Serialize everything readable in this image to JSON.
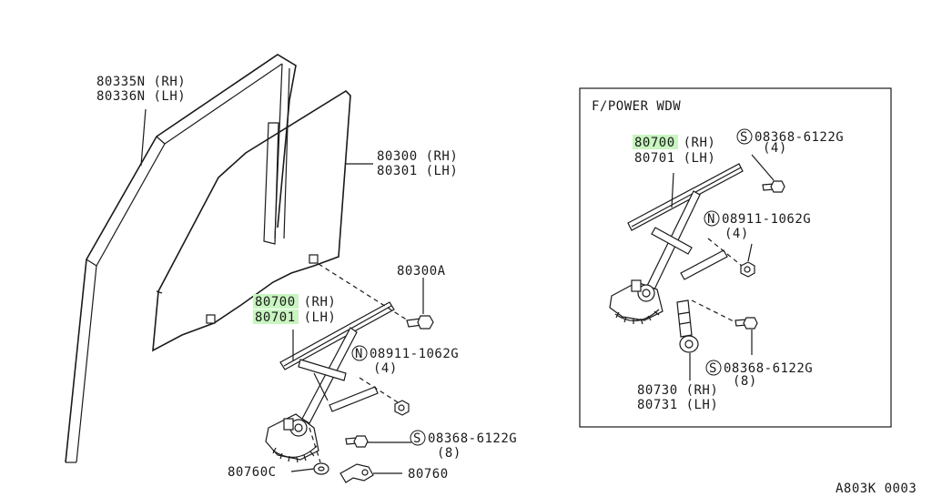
{
  "main_labels": {
    "sash_rh": "80335N (RH)",
    "sash_lh": "80336N (LH)",
    "glass_rh": "80300 (RH)",
    "glass_lh": "80301 (LH)",
    "glass_clip": "80300A",
    "regulator_rh": "80700",
    "regulator_rh_suffix": " (RH)",
    "regulator_lh": "80701",
    "regulator_lh_suffix": " (LH)",
    "nut_code": "N",
    "nut_part": "08911-1062G",
    "nut_qty": "(4)",
    "bolt_code": "S",
    "bolt_part": "08368-6122G",
    "bolt_qty": "(8)",
    "washer": "80760C",
    "handle": "80760"
  },
  "inset": {
    "title": "F/POWER WDW",
    "regulator_rh": "80700",
    "regulator_rh_suffix": " (RH)",
    "regulator_lh": "80701 (LH)",
    "bolt_top_code": "S",
    "bolt_top_part": "08368-6122G",
    "bolt_top_qty": "(4)",
    "nut_code": "N",
    "nut_part": "08911-1062G",
    "nut_qty": "(4)",
    "bolt_bot_code": "S",
    "bolt_bot_part": "08368-6122G",
    "bolt_bot_qty": "(8)",
    "motor_rh": "80730 (RH)",
    "motor_lh": "80731 (LH)"
  },
  "figure_code": "A803K 0003",
  "colors": {
    "highlight": "#c8f5c0",
    "ink": "#1a1a1a"
  }
}
